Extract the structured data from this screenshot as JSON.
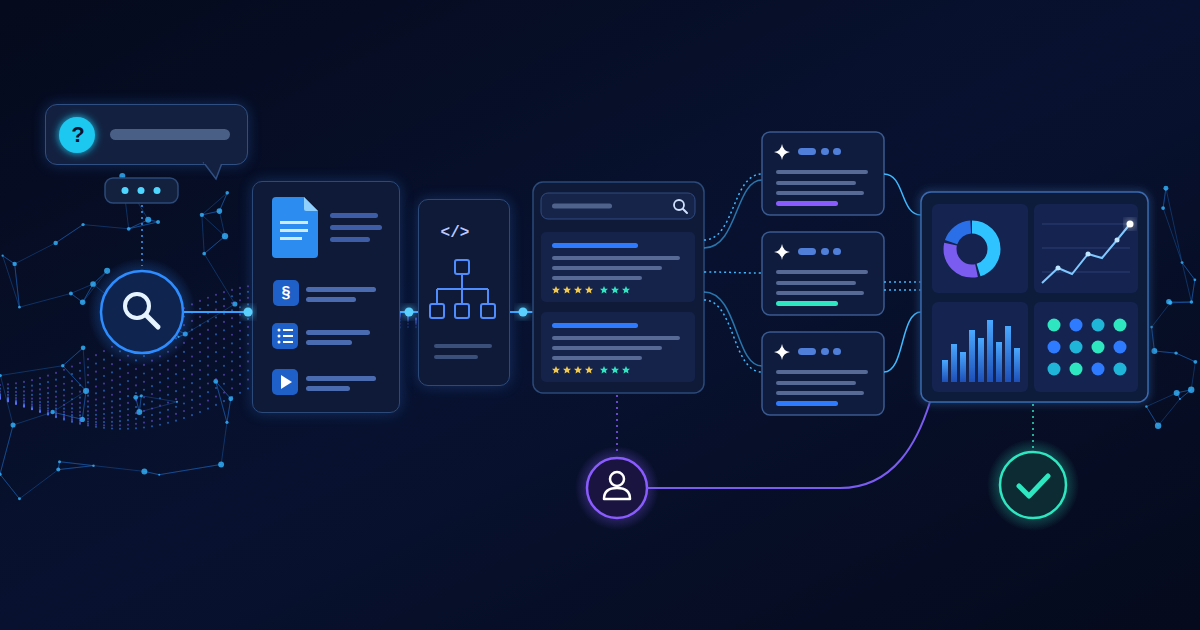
{
  "diagram": {
    "nodes": [
      {
        "text": [
          "?"
        ]
      },
      {
        "text": [
          "§"
        ]
      },
      {
        "text": [
          "</>"
        ]
      }
    ],
    "edges": [
      {
        "from": 1,
        "to": 2,
        "arrow": "none"
      }
    ]
  }
}
